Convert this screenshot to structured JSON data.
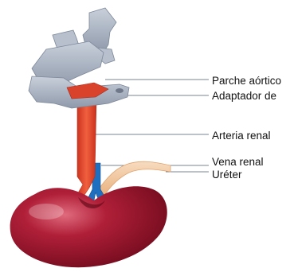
{
  "labels": [
    {
      "id": "aortic-patch",
      "text": "Parche aórtico"
    },
    {
      "id": "adapter",
      "text": "Adaptador de"
    },
    {
      "id": "renal-artery",
      "text": "Arteria renal"
    },
    {
      "id": "renal-vein",
      "text": "Vena renal"
    },
    {
      "id": "ureter",
      "text": "Uréter"
    }
  ],
  "colors": {
    "kidney": "#a0162c",
    "kidney_highlight": "#d9566a",
    "artery": "#e2452b",
    "vein": "#1f6fc0",
    "ureter": "#f2c79a",
    "clamp": "#a9b3c2",
    "clamp_shadow": "#8a95a6",
    "patch": "#d9432c",
    "leader_line": "#7a8596"
  }
}
